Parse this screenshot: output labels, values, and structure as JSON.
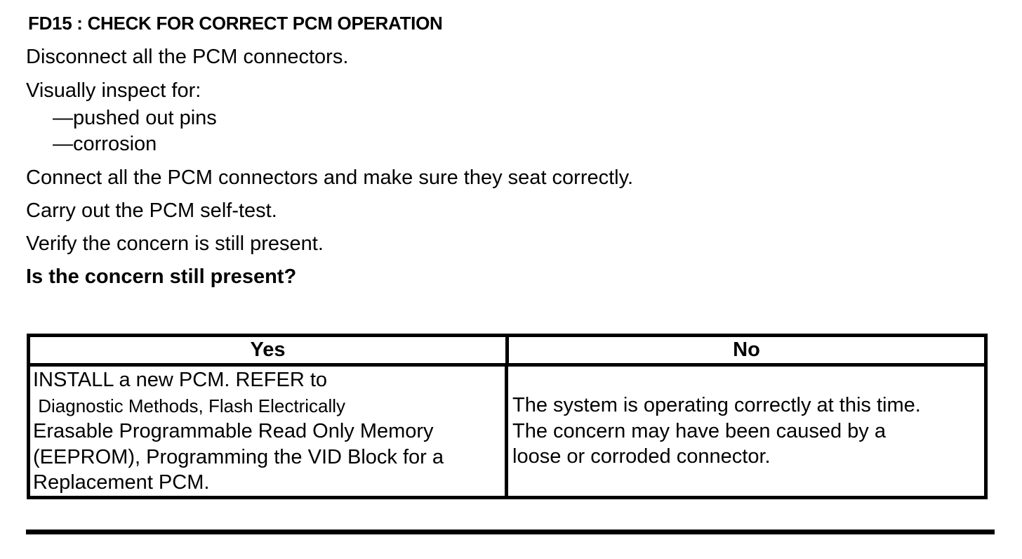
{
  "colors": {
    "text": "#000000",
    "background": "#ffffff",
    "table_border": "#000000",
    "rule": "#000000"
  },
  "procedure": {
    "id_title": "FD15 : CHECK FOR CORRECT PCM OPERATION",
    "steps": [
      "Disconnect all the PCM connectors.",
      "Visually inspect for:",
      "—pushed out pins",
      "—corrosion",
      "Connect all the PCM connectors and make sure they seat correctly.",
      "Carry out the PCM self-test.",
      "Verify the concern is still present."
    ],
    "question": "Is the concern still present?"
  },
  "results_table": {
    "yes_header": "Yes",
    "no_header": "No",
    "yes_lines": [
      "INSTALL a new PCM. REFER to",
      " Diagnostic Methods, Flash Electrically",
      "Erasable Programmable Read Only Memory",
      "(EEPROM), Programming the VID Block for a",
      "Replacement PCM."
    ],
    "no_lines": [
      "The system is operating correctly at this time.",
      "The concern may have been caused by a",
      "loose or corroded connector."
    ]
  }
}
